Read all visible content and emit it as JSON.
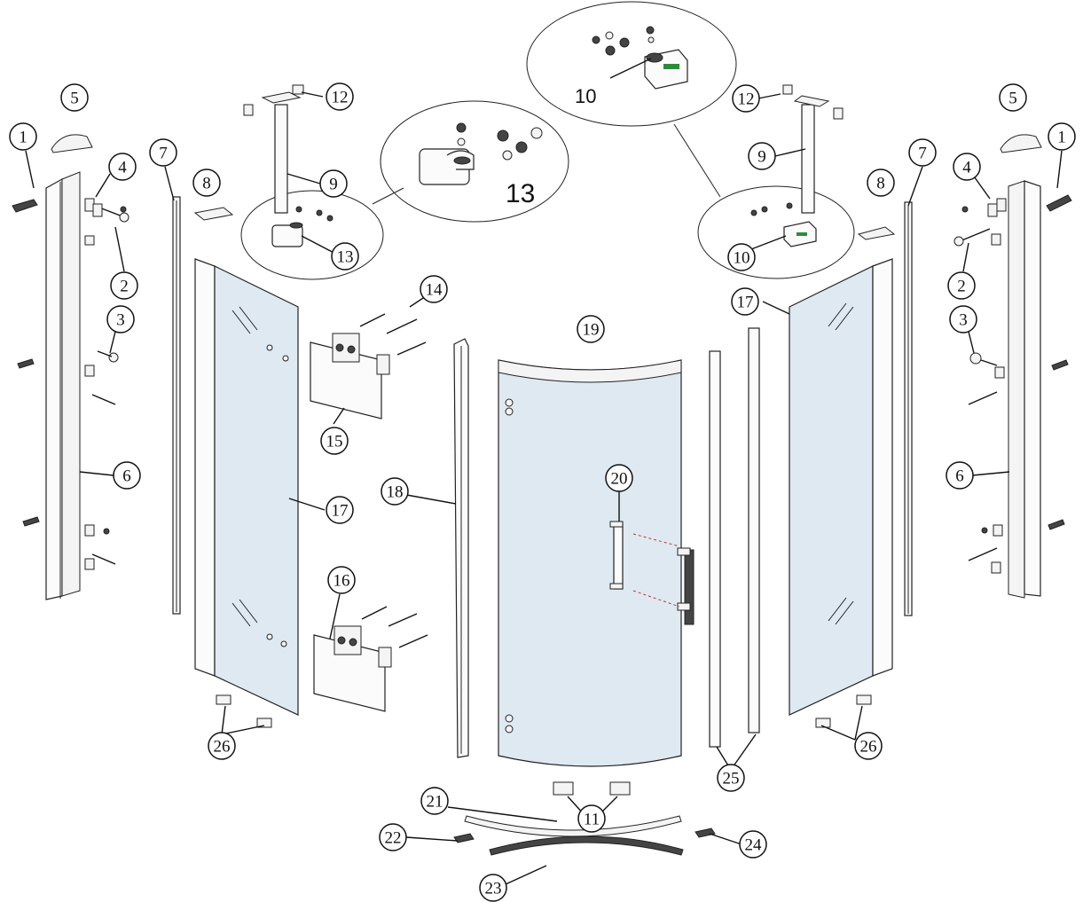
{
  "labels": {
    "l1a": "1",
    "l1b": "1",
    "l2a": "2",
    "l2b": "2",
    "l3a": "3",
    "l3b": "3",
    "l4a": "4",
    "l4b": "4",
    "l5a": "5",
    "l5b": "5",
    "l6a": "6",
    "l6b": "6",
    "l7a": "7",
    "l7b": "7",
    "l8a": "8",
    "l8b": "8",
    "l9a": "9",
    "l9b": "9",
    "l10a": "10",
    "l10b": "10",
    "l11": "11",
    "l12a": "12",
    "l12b": "12",
    "l13a": "13",
    "l13b": "13",
    "l14": "14",
    "l15": "15",
    "l16": "16",
    "l17a": "17",
    "l17b": "17",
    "l18": "18",
    "l19": "19",
    "l20": "20",
    "l21": "21",
    "l22": "22",
    "l23": "23",
    "l24": "24",
    "l25": "25",
    "l26a": "26",
    "l26b": "26"
  }
}
